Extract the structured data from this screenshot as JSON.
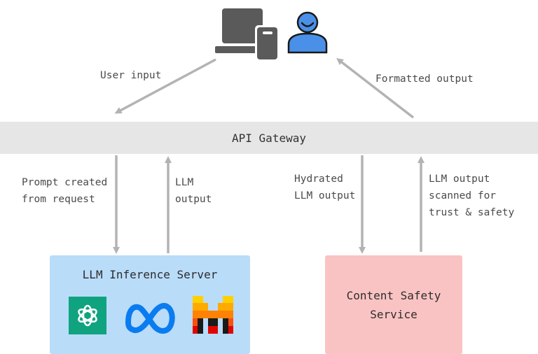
{
  "gateway": {
    "label": "API Gateway"
  },
  "flows": {
    "user_input": "User input",
    "formatted_output": "Formatted output",
    "prompt_created": "Prompt created\nfrom request",
    "llm_output": "LLM\noutput",
    "hydrated_output": "Hydrated\nLLM output",
    "scanned_output": "LLM output\nscanned for\ntrust & safety"
  },
  "inference_server": {
    "title": "LLM Inference Server",
    "logos": [
      "openai-logo",
      "meta-logo",
      "mistral-logo"
    ]
  },
  "content_safety": {
    "title": "Content Safety\nService"
  },
  "colors": {
    "arrow": "#b3b3b3",
    "gateway_bg": "#e6e6e6",
    "inference_bg": "#b9dcf9",
    "safety_bg": "#fac3c3",
    "device_icon": "#5a5a5a",
    "user_icon": "#4a90e8",
    "openai_green": "#10a37f",
    "meta_blue": "#0a7cf0"
  }
}
